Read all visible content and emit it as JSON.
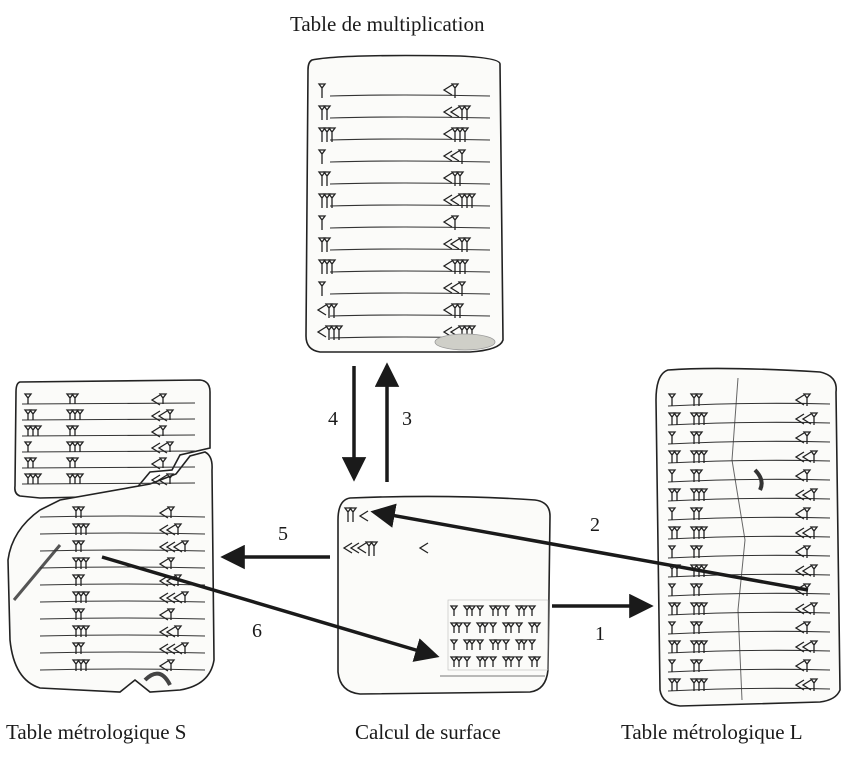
{
  "labels": {
    "top": "Table de multiplication",
    "left": "Table métrologique S",
    "center": "Calcul de surface",
    "right": "Table métrologique L"
  },
  "arrows": [
    {
      "id": "1",
      "label": "1"
    },
    {
      "id": "2",
      "label": "2"
    },
    {
      "id": "3",
      "label": "3"
    },
    {
      "id": "4",
      "label": "4"
    },
    {
      "id": "5",
      "label": "5"
    },
    {
      "id": "6",
      "label": "6"
    }
  ],
  "colors": {
    "ink": "#1a1a1a",
    "tablet_fill": "#fbfbf9",
    "stroke": "#222222"
  }
}
